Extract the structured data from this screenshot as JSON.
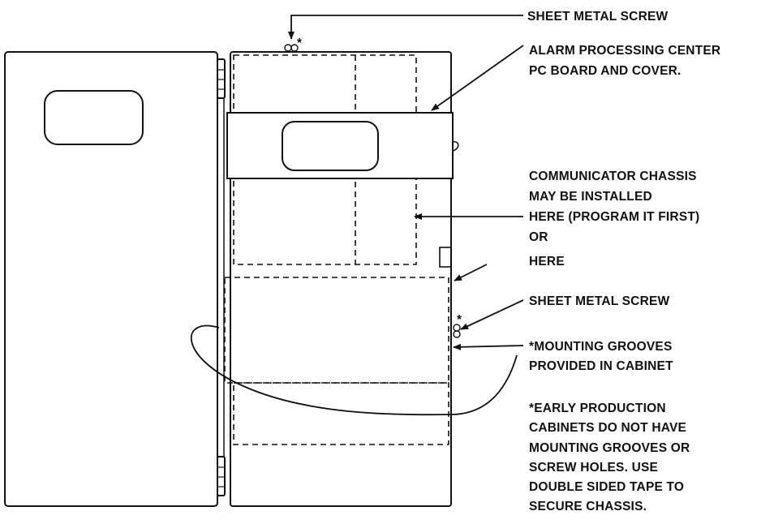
{
  "labels": {
    "top_screw": [
      "SHEET METAL SCREW"
    ],
    "apc_board": [
      "ALARM PROCESSING CENTER",
      "PC BOARD AND COVER."
    ],
    "communicator": [
      "COMMUNICATOR CHASSIS",
      "MAY BE INSTALLED",
      "HERE (PROGRAM IT FIRST)",
      "OR",
      "HERE"
    ],
    "side_screw": [
      "SHEET METAL SCREW"
    ],
    "grooves": [
      "*MOUNTING GROOVES",
      "PROVIDED IN CABINET"
    ],
    "note": [
      "*EARLY PRODUCTION",
      "CABINETS DO NOT HAVE",
      "MOUNTING GROOVES OR",
      "SCREW HOLES. USE",
      "DOUBLE SIDED TAPE TO",
      "SECURE CHASSIS."
    ]
  },
  "marks": {
    "asterisk": "*"
  },
  "colors": {
    "line": "#111111",
    "background": "#ffffff"
  }
}
